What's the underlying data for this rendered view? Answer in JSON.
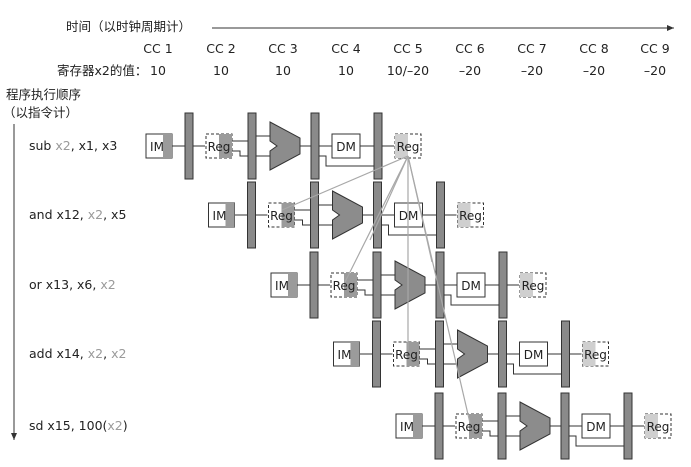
{
  "header": {
    "time_label": "时间（以时钟周期计）",
    "clock_cycles": [
      "CC 1",
      "CC 2",
      "CC 3",
      "CC 4",
      "CC 5",
      "CC 6",
      "CC 7",
      "CC 8",
      "CC 9"
    ],
    "reg_value_label": "寄存器x2的值：",
    "reg_values": [
      "10",
      "10",
      "10",
      "10",
      "10/–20",
      "–20",
      "–20",
      "–20",
      "–20"
    ]
  },
  "order": {
    "line1": "程序执行顺序",
    "line2": "（以指令计）"
  },
  "stage_labels": {
    "im": "IM",
    "reg": "Reg",
    "dm": "DM"
  },
  "instructions": [
    {
      "tokens": [
        {
          "t": "sub ",
          "hl": false
        },
        {
          "t": "x2",
          "hl": true
        },
        {
          "t": ", x1, x3",
          "hl": false
        }
      ]
    },
    {
      "tokens": [
        {
          "t": "and x12, ",
          "hl": false
        },
        {
          "t": "x2",
          "hl": true
        },
        {
          "t": ", x5",
          "hl": false
        }
      ]
    },
    {
      "tokens": [
        {
          "t": "or x13, x6, ",
          "hl": false
        },
        {
          "t": "x2",
          "hl": true
        }
      ]
    },
    {
      "tokens": [
        {
          "t": "add x14, ",
          "hl": false
        },
        {
          "t": "x2",
          "hl": true
        },
        {
          "t": ", ",
          "hl": false
        },
        {
          "t": "x2",
          "hl": true
        }
      ]
    },
    {
      "tokens": [
        {
          "t": "sd x15, 100(",
          "hl": false
        },
        {
          "t": "x2",
          "hl": true
        },
        {
          "t": ")",
          "hl": false
        }
      ]
    }
  ],
  "colors": {
    "stroke": "#333333",
    "pipe_reg_fill": "#8a8a8a",
    "alu_fill": "#8c8c8c",
    "half_shade": "#9b9b9b",
    "light_shade": "#cfcfcf",
    "forward_line": "#a8a8a8",
    "highlight_text": "#9a9a9a"
  }
}
